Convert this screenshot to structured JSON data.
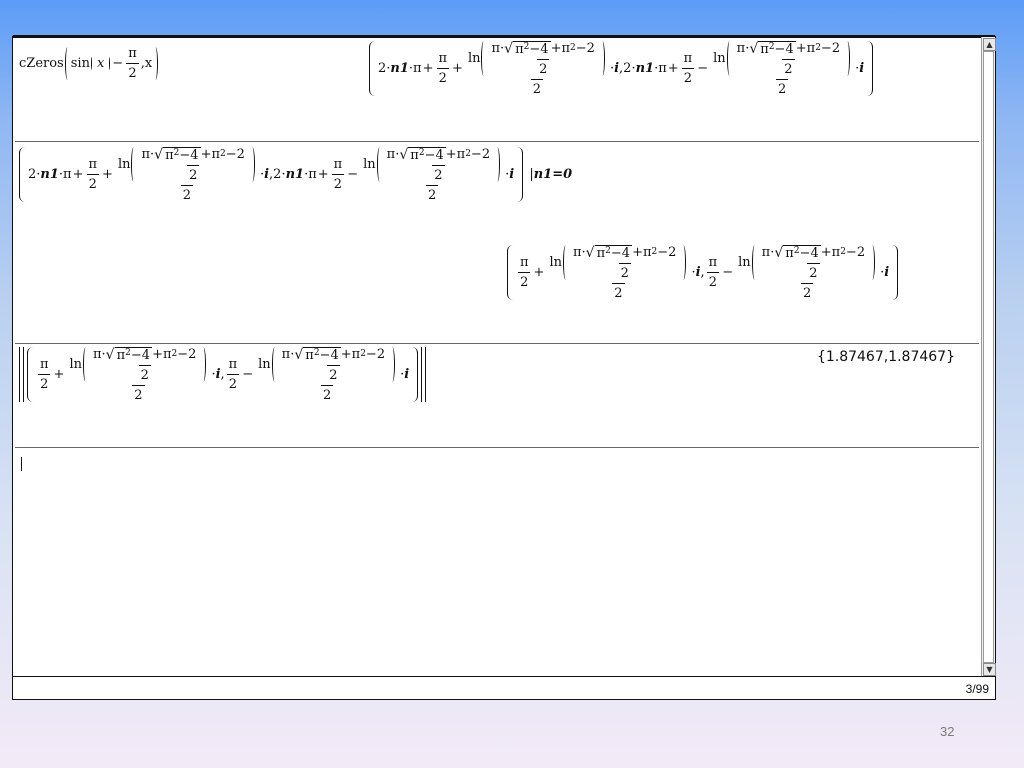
{
  "calculator": {
    "entry1": {
      "command": "cZeros",
      "func": "sin",
      "var": "x",
      "minus": "−",
      "pi": "π",
      "two": "2",
      "comma_x": ",x"
    },
    "tokens": {
      "ln": "ln",
      "pi": "π",
      "dot": "·",
      "four": "4",
      "two": "2",
      "sup2": "2",
      "n1": "n1",
      "i": "i",
      "plus": "+",
      "minus": "−",
      "comma": ",",
      "two_dot": "2·",
      "given": "|",
      "n1_eq": "n1=0"
    },
    "result3": "{1.87467,1.87467}",
    "page_indicator": "3/99"
  },
  "slide_number": "32",
  "colors": {
    "background_top": "#5c9cf7",
    "background_bottom": "#f3eaf7",
    "window": "#ffffff"
  }
}
